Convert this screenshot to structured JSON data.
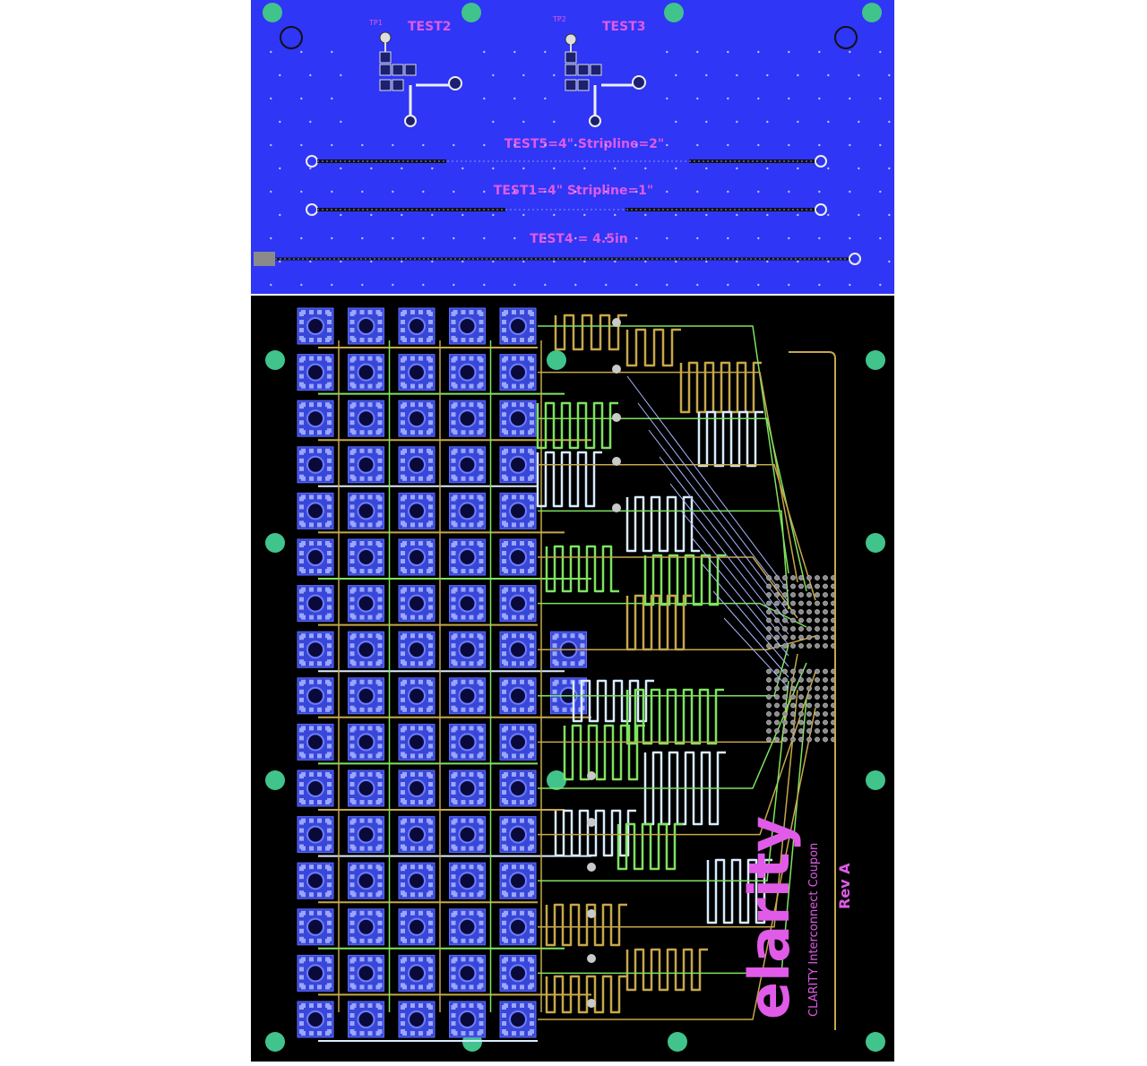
{
  "colors": {
    "page_bg": "#ffffff",
    "coupon_bg": "#2f36f5",
    "board_bg": "#000000",
    "mount_hole": "#41c38c",
    "silk_text": "#e05be8",
    "trace_gold": "#c7a74a",
    "trace_green": "#7ee35f",
    "trace_white": "#d9ecff",
    "pad_blue": "#3847d8",
    "via_gray": "#8a8a8a"
  },
  "coupons": {
    "test2_label": "TEST2",
    "test3_label": "TEST3",
    "tp1_label": "TP1",
    "tp2_label": "TP2",
    "test5_label": "TEST5=4\" Stripline=2\"",
    "test1_label": "TEST1=4\" Stripline=1\"",
    "test4_label": "TEST4 = 4.5in"
  },
  "board": {
    "logo_text": "elarity",
    "rev_text": "Rev A",
    "part_text": "CLARITY Interconnect Coupon",
    "grid_rows": 16,
    "grid_cols_main": 5,
    "grid_extra_rows": [
      7,
      8
    ]
  }
}
